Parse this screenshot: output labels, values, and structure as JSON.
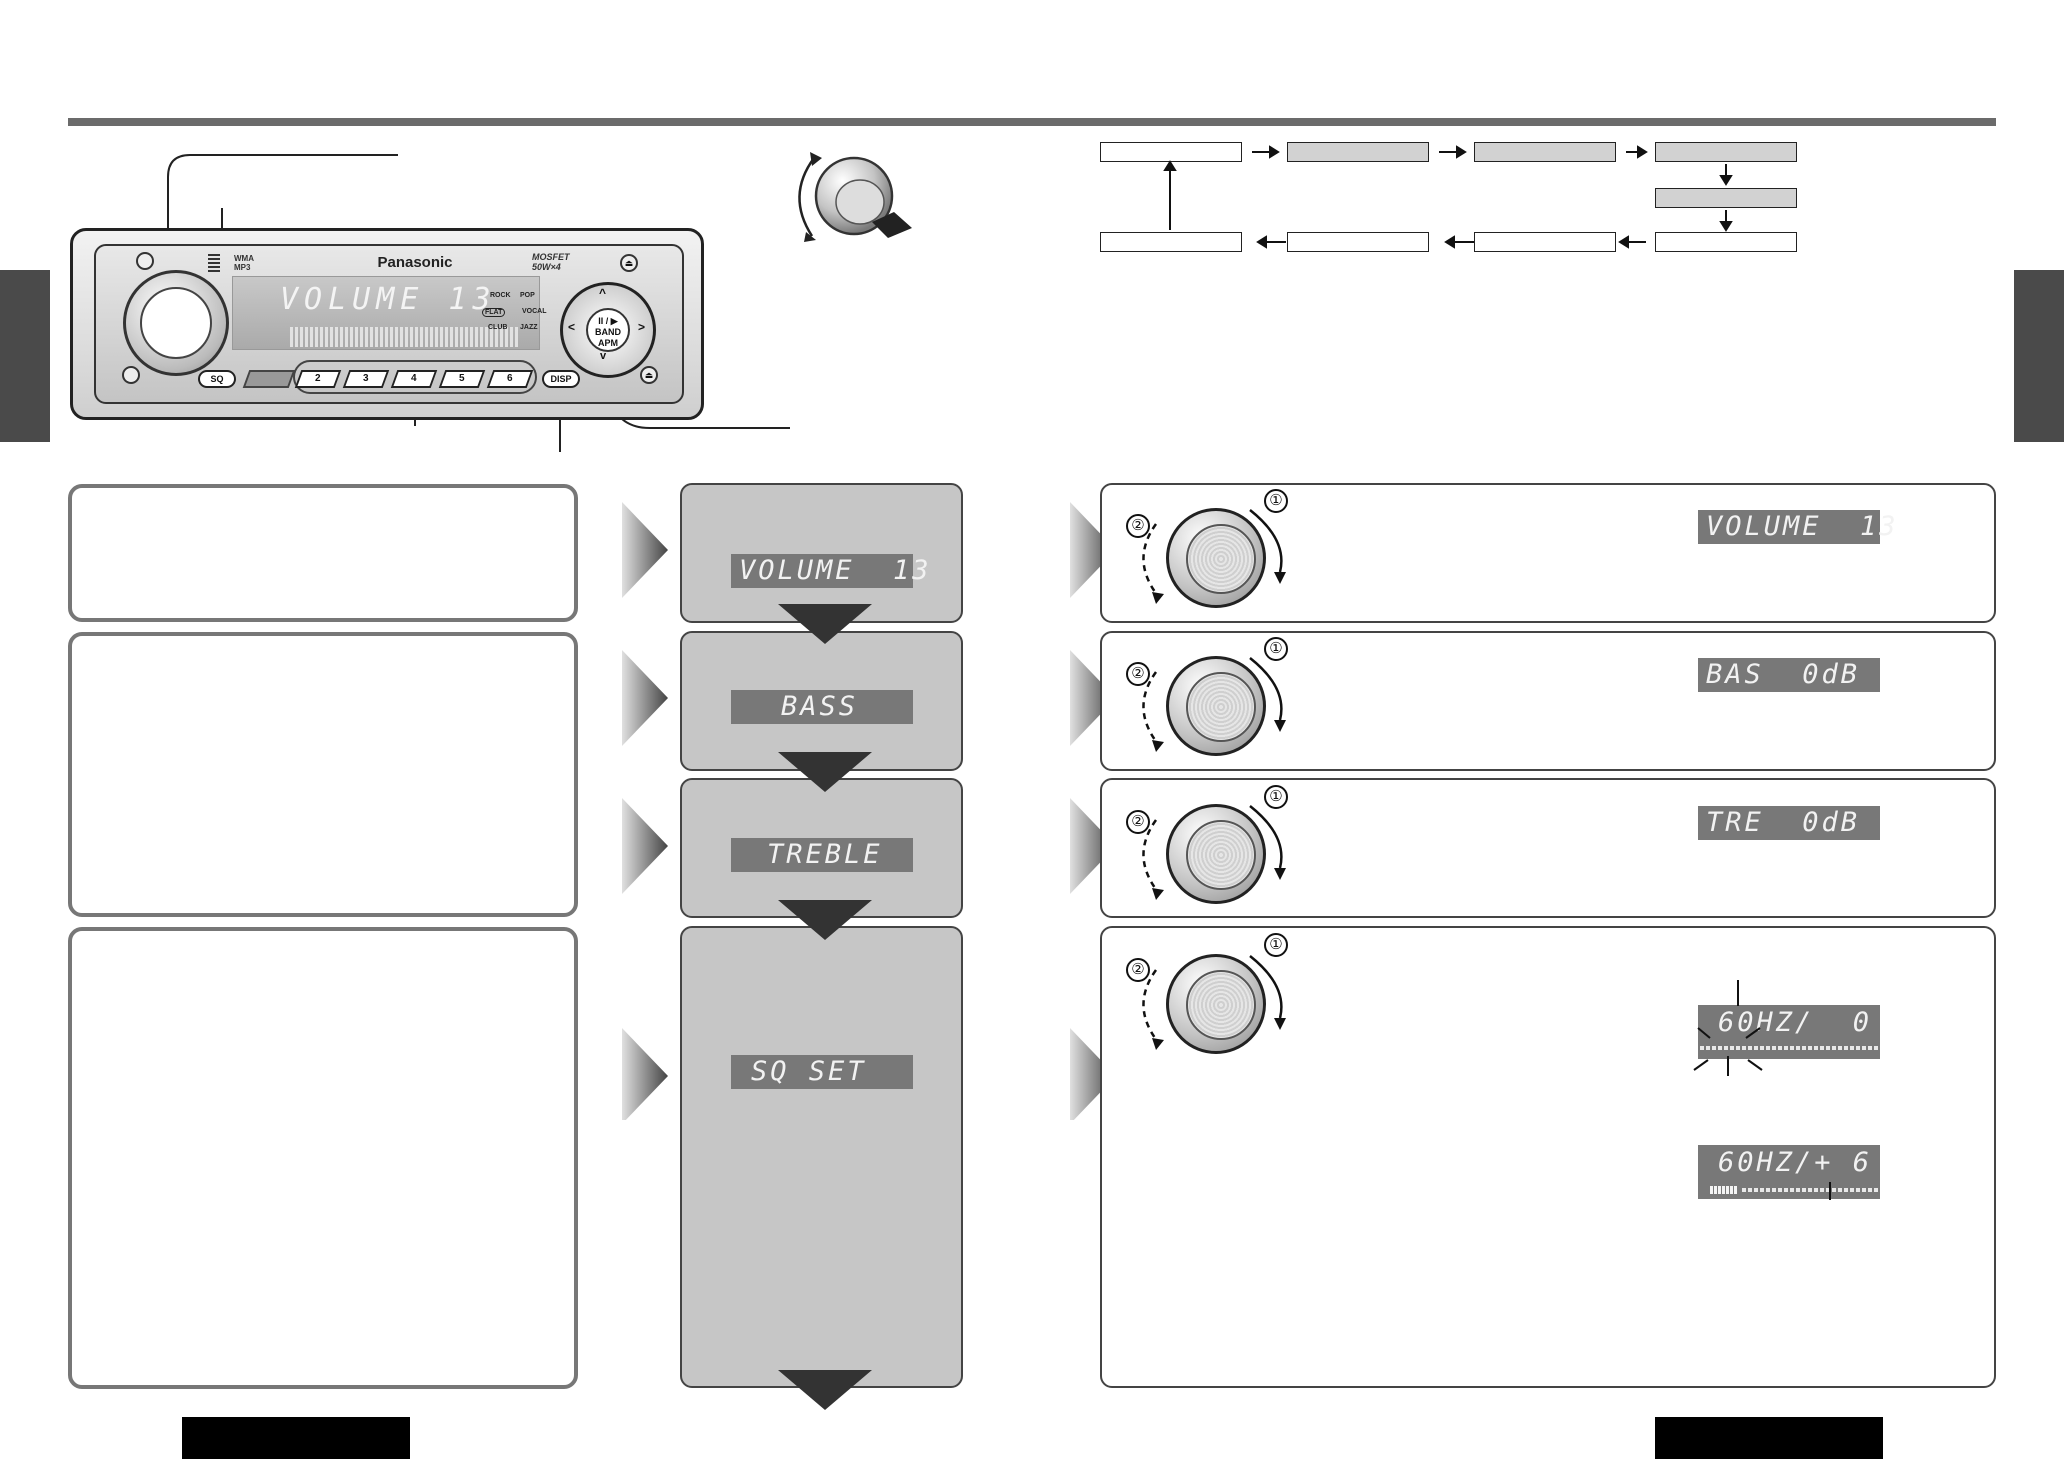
{
  "radio": {
    "brand": "Panasonic",
    "mp3_label_1": "WMA",
    "mp3_label_2": "MP3",
    "amp_label_1": "MOSFET",
    "amp_label_2": "50W×4",
    "display_text": "VOLUME  13",
    "modes": [
      "ROCK",
      "POP",
      "FLAT",
      "VOCAL",
      "CLUB",
      "JAZZ"
    ],
    "nav_center_1": "II / ▶",
    "nav_center_2": "BAND",
    "nav_center_3": "APM",
    "sq_button": "SQ",
    "disp_button": "DISP",
    "presets": [
      "2",
      "3",
      "4",
      "5",
      "6"
    ]
  },
  "flow_displays": {
    "volume": "VOLUME  13",
    "bass": "BASS",
    "treble": "TREBLE",
    "sq_set": "SQ SET"
  },
  "result_displays": {
    "volume": "VOLUME  13",
    "bass": "BAS  0dB",
    "treble": "TRE  0dB",
    "sq_freq_1": "60HZ/  0",
    "sq_freq_2": "60HZ/+ 6"
  },
  "step_markers": {
    "one": "①",
    "two": "②"
  },
  "colors": {
    "rule": "#6b6b6b",
    "side_tab": "#4a4a4a",
    "lcd": "#787878",
    "panel_gray": "#c6c6c6"
  }
}
